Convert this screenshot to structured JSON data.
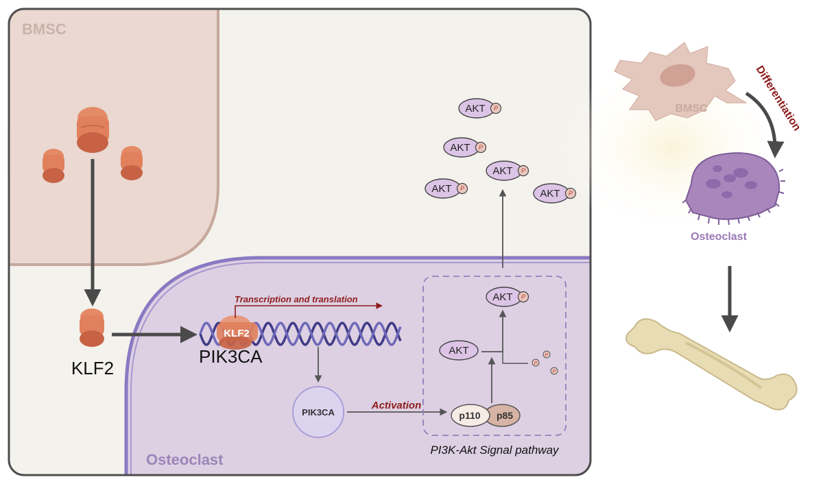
{
  "panel": {
    "bmsc_label": "BMSC",
    "osteoclast_label": "Osteoclast"
  },
  "factors": {
    "klf2_label": "KLF2",
    "gene_label": "PIK3CA",
    "klf2_bound_label": "KLF2"
  },
  "process": {
    "transcription_label": "Transcription and translation",
    "activation_label": "Activation",
    "pik3ca_protein_label": "PIK3CA",
    "p110_label": "p110",
    "p85_label": "p85",
    "akt_label": "AKT",
    "phospho_label": "P",
    "pathway_label": "PI3K-Akt Signal pathway"
  },
  "side": {
    "bmsc_label": "BMSC",
    "differentiation_label": "Differentiation",
    "osteoclast_label": "Osteoclast"
  },
  "colors": {
    "panel_bg": "#f4f2ec",
    "bmsc_cell": "#ead8d1",
    "osteoclast_cell": "#ddd0e3",
    "klf2_protein": "#e0805c",
    "arrow": "#4a4a4a",
    "accent_red": "#8e1b1b",
    "akt_fill": "#dcc4e6"
  }
}
